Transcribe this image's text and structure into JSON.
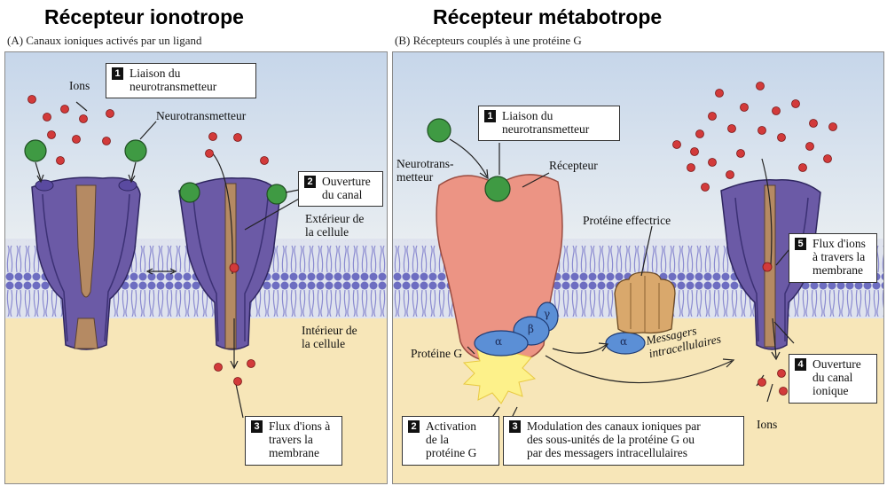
{
  "titles": {
    "left": "Récepteur ionotrope",
    "right": "Récepteur métabotrope"
  },
  "subtitles": {
    "left": "(A)  Canaux ioniques activés par un ligand",
    "right": "(B)  Récepteurs couplés à une protéine G"
  },
  "left_panel": {
    "ions_label": "Ions",
    "neurotransmitter_label": "Neurotransmetteur",
    "outside_label_line1": "Extérieur de",
    "outside_label_line2": "la cellule",
    "inside_label_line1": "Intérieur de",
    "inside_label_line2": "la cellule",
    "steps": [
      {
        "num": "1",
        "line1": "Liaison du",
        "line2": "neurotransmetteur"
      },
      {
        "num": "2",
        "line1": "Ouverture",
        "line2": "du canal"
      },
      {
        "num": "3",
        "line1": "Flux d'ions à",
        "line2": "travers la",
        "line3": "membrane"
      }
    ]
  },
  "right_panel": {
    "neurotransmitter_line1": "Neurotrans-",
    "neurotransmitter_line2": "metteur",
    "receptor_label": "Récepteur",
    "effector_label": "Protéine effectrice",
    "gprotein_label": "Protéine G",
    "messengers_line1": "Messagers",
    "messengers_line2": "intracellulaires",
    "ions_label": "Ions",
    "alpha": "α",
    "beta": "β",
    "gamma": "γ",
    "steps": [
      {
        "num": "1",
        "line1": "Liaison du",
        "line2": "neurotransmetteur"
      },
      {
        "num": "2",
        "line1": "Activation",
        "line2": "de la",
        "line3": "protéine G"
      },
      {
        "num": "3",
        "line1": "Modulation des canaux ioniques par",
        "line2": "des sous-unités de la protéine G ou",
        "line3": "par des messagers intracellulaires"
      },
      {
        "num": "4",
        "line1": "Ouverture",
        "line2": "du canal",
        "line3": "ionique"
      },
      {
        "num": "5",
        "line1": "Flux d'ions",
        "line2": "à travers la",
        "line3": "membrane"
      }
    ]
  },
  "colors": {
    "outside_top": "#c9d8ea",
    "outside_bottom": "#e9eef2",
    "inside": "#f7e6b8",
    "membrane_head": "#6f6fc2",
    "channel": "#6b5aa6",
    "channel_pore": "#b58a63",
    "ligand": "#3f9a43",
    "ion": "#d23a3a",
    "receptor": "#ec9484",
    "effector": "#d9a86c",
    "gprotein": "#5b8fd6"
  }
}
